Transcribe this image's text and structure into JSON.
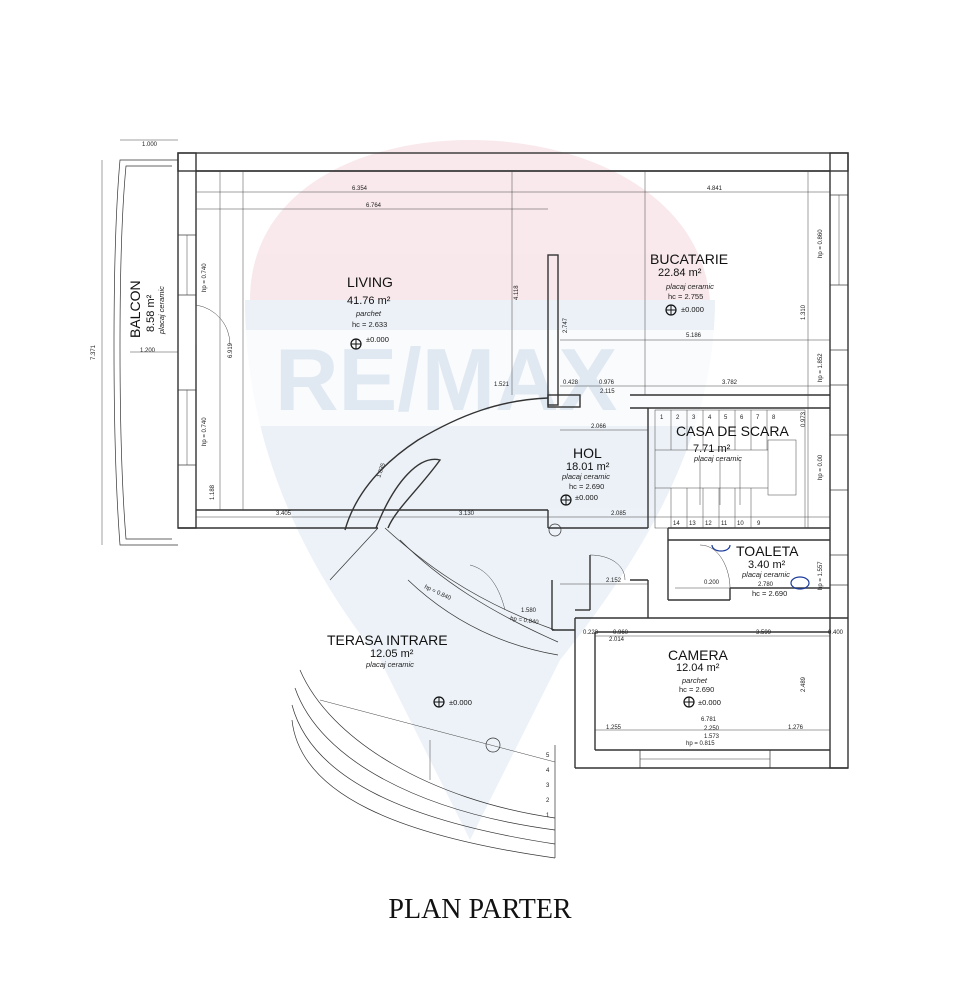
{
  "title": "PLAN PARTER",
  "watermark": {
    "text": "RE/MAX",
    "color_red": "#e8b7be",
    "color_blue": "#b9cde3"
  },
  "rooms": {
    "living": {
      "name": "LIVING",
      "area": "41.76 m²",
      "floor": "parchet",
      "hc": "hc = 2.633",
      "level": "±0.000"
    },
    "bucatarie": {
      "name": "BUCATARIE",
      "area": "22.84 m²",
      "floor": "placaj ceramic",
      "hc": "hc = 2.755",
      "level": "±0.000"
    },
    "balcon": {
      "name": "BALCON",
      "area": "8.58 m²",
      "floor": "placaj ceramic"
    },
    "hol": {
      "name": "HOL",
      "area": "18.01 m²",
      "floor": "placaj ceramic",
      "hc": "hc = 2.690",
      "level": "±0.000"
    },
    "casa_scara": {
      "name": "CASA DE SCARA",
      "area": "7.71 m²",
      "floor": "placaj ceramic"
    },
    "toaleta": {
      "name": "TOALETA",
      "area": "3.40 m²",
      "floor": "placaj ceramic",
      "hc": "hc = 2.690"
    },
    "terasa": {
      "name": "TERASA INTRARE",
      "area": "12.05 m²",
      "floor": "placaj ceramic",
      "level": "±0.000"
    },
    "camera": {
      "name": "CAMERA",
      "area": "12.04 m²",
      "floor": "parchet",
      "hc": "hc = 2.690",
      "level": "±0.000"
    }
  },
  "dimensions": {
    "d1": "1.000",
    "d2": "6.354",
    "d3": "6.764",
    "d4": "4.841",
    "d5": "5.186",
    "d6": "3.782",
    "d7": "0.428",
    "d8": "0.976",
    "d9": "2.115",
    "d10": "1.521",
    "d11": "3.405",
    "d12": "3.130",
    "d13": "2.085",
    "d14": "2.066",
    "d15": "2.152",
    "d16": "3.599",
    "d17": "0.960",
    "d18": "2.014",
    "d19": "1.255",
    "d20": "6.781",
    "d21": "2.250",
    "d22": "1.573",
    "d23": "1.276",
    "d24": "2.780",
    "d25": "1.200",
    "d26": "7.371",
    "d27": "6.919",
    "d28": "4.118",
    "d29": "2.747",
    "d30": "2.489",
    "d31": "1.310",
    "d32": "0.400",
    "d33": "0.973",
    "d34": "1.188",
    "d35": "1.835",
    "d36": "1.580",
    "d37": "0.200",
    "d38": "0.223"
  },
  "heights": {
    "hp_balcon_top": "hp = 0.740",
    "hp_balcon_bottom": "hp = 0.740",
    "hp_bucatarie": "hp = 0.860",
    "hp_bucatarie_2": "hp = 1.852",
    "hp_scara": "hp = 0.00",
    "hp_toaleta": "hp = 1.557",
    "hp_terasa_1": "hp = 0.840",
    "hp_terasa_2": "hp = 0.840",
    "hp_camera": "hp = 0.815"
  },
  "stairs": {
    "top_numbers": [
      "1",
      "2",
      "3",
      "4",
      "5",
      "6",
      "7",
      "8"
    ],
    "bottom_numbers": [
      "14",
      "13",
      "12",
      "11",
      "10",
      "9"
    ],
    "entry_steps": [
      "5",
      "4",
      "3",
      "2",
      "1"
    ]
  }
}
